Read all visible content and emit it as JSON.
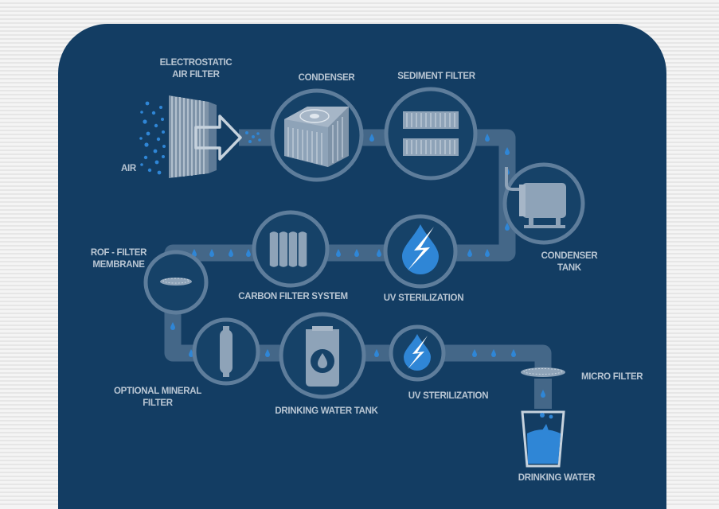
{
  "labels": {
    "electrostatic_filter": [
      "ELECTROSTATIC",
      "AIR FILTER"
    ],
    "condenser": "CONDENSER",
    "sediment_filter": "SEDIMENT FILTER",
    "air": "AIR",
    "condenser_tank": [
      "CONDENSER",
      "TANK"
    ],
    "rof_filter": [
      "ROF - FILTER",
      "MEMBRANE"
    ],
    "carbon_filter": "CARBON FILTER SYSTEM",
    "uv_sterilization_1": "UV STERILIZATION",
    "optional_mineral_filter": [
      "OPTIONAL MINERAL",
      "FILTER"
    ],
    "drinking_water_tank": "DRINKING WATER TANK",
    "uv_sterilization_2": "UV STERILIZATION",
    "micro_filter": "MICRO FILTER",
    "drinking_water": "DRINKING WATER"
  },
  "colors": {
    "background": "#133d63",
    "pipe": "#4a6c8c",
    "component_stroke": "#5e7d9b",
    "icon_fill": "#8ea3b8",
    "drop_blue": "#2f86d6",
    "label_text": "#b9c6d3"
  },
  "icons": [
    "electrostatic-filter-icon",
    "arrow-right-icon",
    "condenser-icon",
    "sediment-filter-icon",
    "condenser-tank-icon",
    "uv-lightning-icon",
    "carbon-filter-icon",
    "membrane-icon",
    "mineral-filter-icon",
    "water-tank-icon",
    "micro-filter-icon",
    "glass-of-water-icon"
  ]
}
